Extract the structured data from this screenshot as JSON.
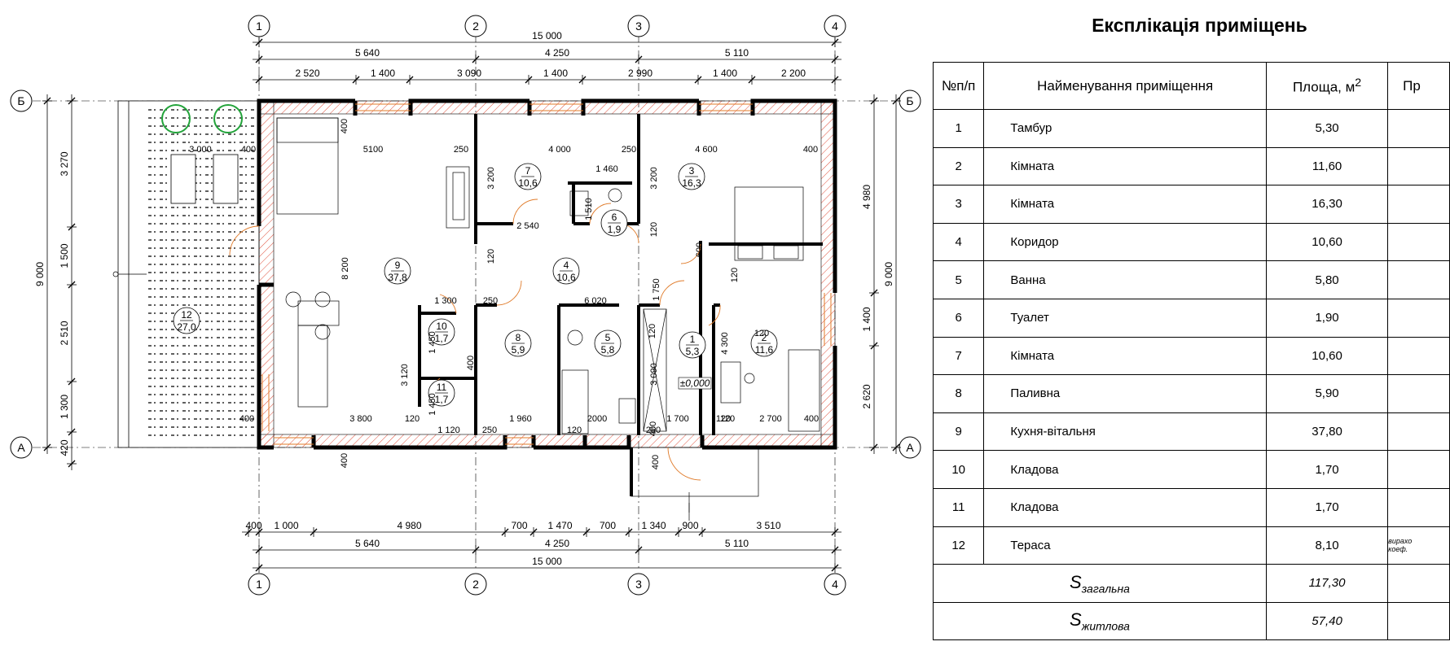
{
  "title": "Експлікація приміщень",
  "table": {
    "headers": {
      "num": "№п/п",
      "name": "Найменування приміщення",
      "area": "Площа, м",
      "area_sup": "2",
      "extra": "Пр"
    },
    "rows": [
      {
        "num": "1",
        "name": "Тамбур",
        "area": "5,30"
      },
      {
        "num": "2",
        "name": "Кімната",
        "area": "11,60"
      },
      {
        "num": "3",
        "name": "Кімната",
        "area": "16,30"
      },
      {
        "num": "4",
        "name": "Коридор",
        "area": "10,60"
      },
      {
        "num": "5",
        "name": "Ванна",
        "area": "5,80"
      },
      {
        "num": "6",
        "name": "Туалет",
        "area": "1,90"
      },
      {
        "num": "7",
        "name": "Кімната",
        "area": "10,60"
      },
      {
        "num": "8",
        "name": "Паливна",
        "area": "5,90"
      },
      {
        "num": "9",
        "name": "Кухня-вітальня",
        "area": "37,80"
      },
      {
        "num": "10",
        "name": "Кладова",
        "area": "1,70"
      },
      {
        "num": "11",
        "name": "Кладова",
        "area": "1,70"
      },
      {
        "num": "12",
        "name": "Тераса",
        "area": "8,10",
        "note1": "вирахо",
        "note2": "коеф."
      }
    ],
    "totals": [
      {
        "label_main": "S",
        "label_sub": "загальна",
        "value": "117,30"
      },
      {
        "label_main": "S",
        "label_sub": "житлова",
        "value": "57,40"
      }
    ]
  },
  "plan": {
    "axes": {
      "vertical": [
        "1",
        "2",
        "3",
        "4"
      ],
      "horizontal": [
        "Б",
        "А"
      ]
    },
    "dimensions_top": {
      "overall": "15 000",
      "level2": [
        "5 640",
        "4 250",
        "5 110"
      ],
      "level3": [
        "2 520",
        "1 400",
        "3 090",
        "1 400",
        "2 990",
        "1 400",
        "2 200"
      ]
    },
    "dimensions_bottom": {
      "overall": "15 000",
      "level2": [
        "5 640",
        "4 250",
        "5 110"
      ],
      "level1": [
        "400",
        "1 000",
        "4 980",
        "700",
        "1 470",
        "700",
        "1 340",
        "900",
        "3 510"
      ]
    },
    "dimensions_left": {
      "overall": "9 000",
      "chain": [
        "3 270",
        "1 500",
        "2 510",
        "1 300",
        "420"
      ]
    },
    "dimensions_right": {
      "overall": "9 000",
      "chain": [
        "4 980",
        "1 400",
        "2 620"
      ]
    },
    "rooms": [
      {
        "num": "1",
        "area": "5,3"
      },
      {
        "num": "2",
        "area": "11,6"
      },
      {
        "num": "3",
        "area": "16,3"
      },
      {
        "num": "4",
        "area": "10,6"
      },
      {
        "num": "5",
        "area": "5,8"
      },
      {
        "num": "6",
        "area": "1,9"
      },
      {
        "num": "7",
        "area": "10,6"
      },
      {
        "num": "8",
        "area": "5,9"
      },
      {
        "num": "9",
        "area": "37,8"
      },
      {
        "num": "10",
        "area": "1,7"
      },
      {
        "num": "11",
        "area": "1,7"
      },
      {
        "num": "12",
        "area": "27,0"
      }
    ],
    "inner_dims": [
      "3 000",
      "400",
      "5100",
      "250",
      "4 000",
      "250",
      "4 600",
      "400",
      "1 460",
      "1 510",
      "2 540",
      "3 200",
      "3 200",
      "120",
      "120",
      "600",
      "120",
      "1 750",
      "8 200",
      "1 300",
      "250",
      "6 020",
      "1 450",
      "1 450",
      "400",
      "3 120",
      "3 090",
      "4 300",
      "120",
      "3 800",
      "120",
      "1 120",
      "250",
      "1 960",
      "120",
      "2000",
      "250",
      "1 700",
      "120",
      "2 700",
      "400",
      "400",
      "400",
      "400",
      "400",
      "400",
      "120",
      "120"
    ],
    "level_mark": "±0,000",
    "colors": {
      "wall_hatch": "#e0503c",
      "window": "#e07b2a",
      "tree": "#22a33a"
    }
  }
}
